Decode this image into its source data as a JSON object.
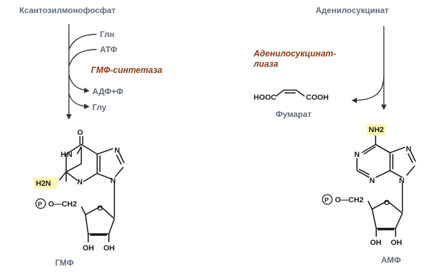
{
  "left": {
    "substrate": "Ксантозилмонофосфат",
    "inputs": [
      "Глн",
      "АТФ"
    ],
    "enzyme": "ГМФ-синтетаза",
    "outputs": [
      "АДФ+Ф",
      "Глу"
    ],
    "product": "ГМФ",
    "atoms": {
      "o": "O",
      "nh": "N",
      "h": "H",
      "n": "N",
      "h2n": "H2N",
      "p": "P",
      "o_ch2": "O—CH2",
      "ring_o": "O",
      "oh": "OH"
    }
  },
  "right": {
    "substrate": "Аденилосукцинат",
    "enzyme_line1": "Аденилосукцинат-",
    "enzyme_line2": "лиаза",
    "byproduct_formula_left": "HOOC",
    "byproduct_formula_right": "COOH",
    "byproduct": "Фумарат",
    "product": "АМФ",
    "atoms": {
      "nh2": "NH2",
      "n": "N",
      "p": "P",
      "o_ch2": "O—CH2",
      "ring_o": "O",
      "oh": "OH"
    }
  },
  "colors": {
    "label_gray": "#5f6b7a",
    "enzyme_brown": "#8a3a14",
    "highlight": "#fff7b0"
  }
}
